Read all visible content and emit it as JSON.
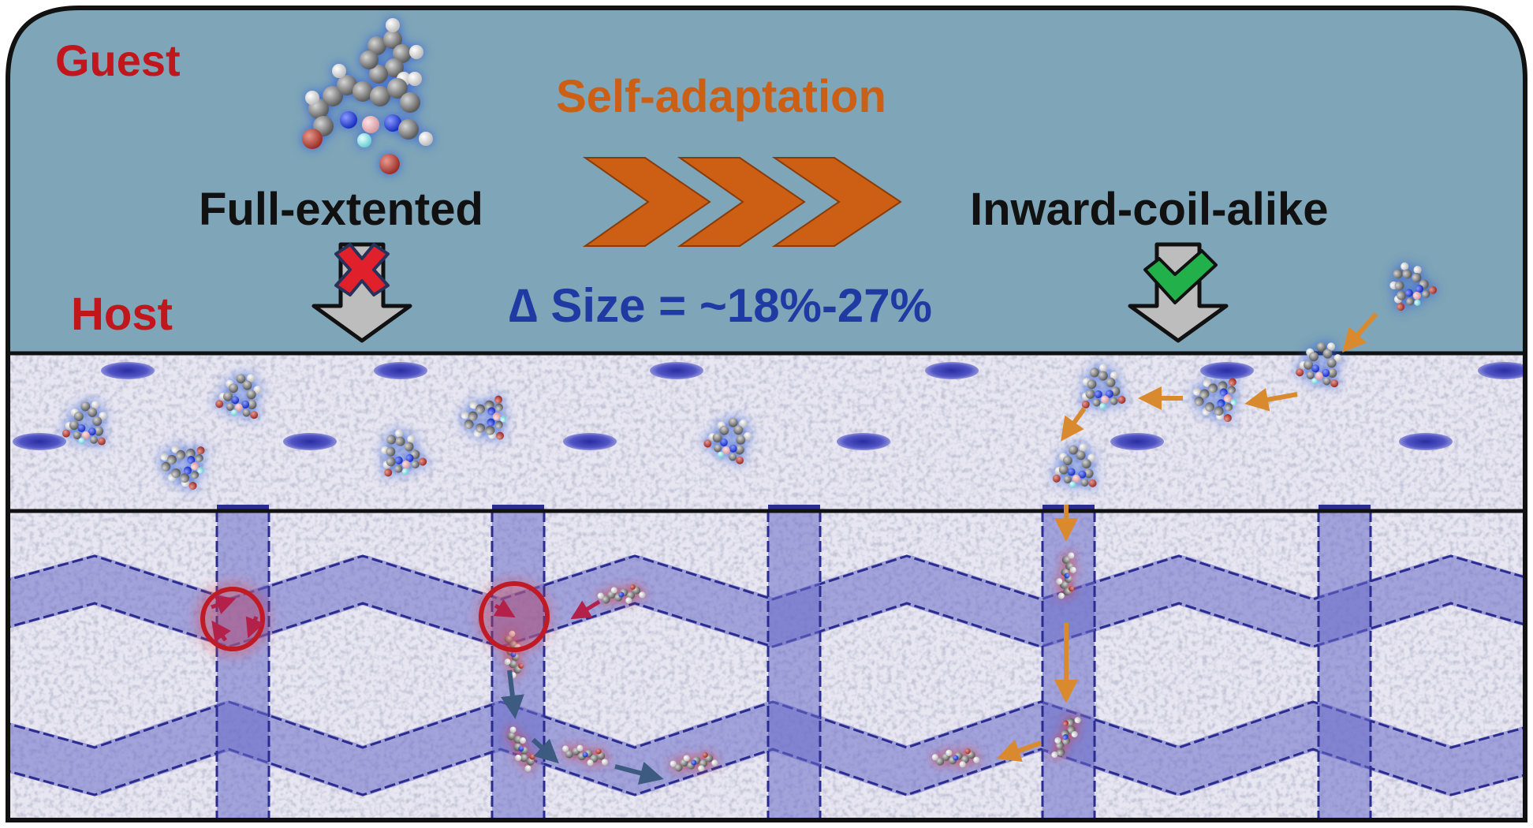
{
  "labels": {
    "guest": "Guest",
    "host": "Host",
    "self_adaptation": "Self-adaptation",
    "full_extended": "Full-extented",
    "inward_coil": "Inward-coil-alike",
    "delta_size": "∆ Size = ~18%-27%"
  },
  "status": {
    "rejected_icon": "red-cross-icon",
    "accepted_icon": "green-check-icon"
  },
  "colors": {
    "guest_label": "#c0161c",
    "host_label": "#c0161c",
    "self_adaptation": "#cc5f14",
    "delta_size": "#1f3aa3",
    "top_background": "#7fa5b8",
    "channel": "#4a4fb0",
    "blocked_mark": "#c01a24",
    "orange_path": "#d98a2e",
    "blue_path": "#3d5a80",
    "reject_cross": "#e0202a",
    "accept_check": "#22b04a"
  }
}
